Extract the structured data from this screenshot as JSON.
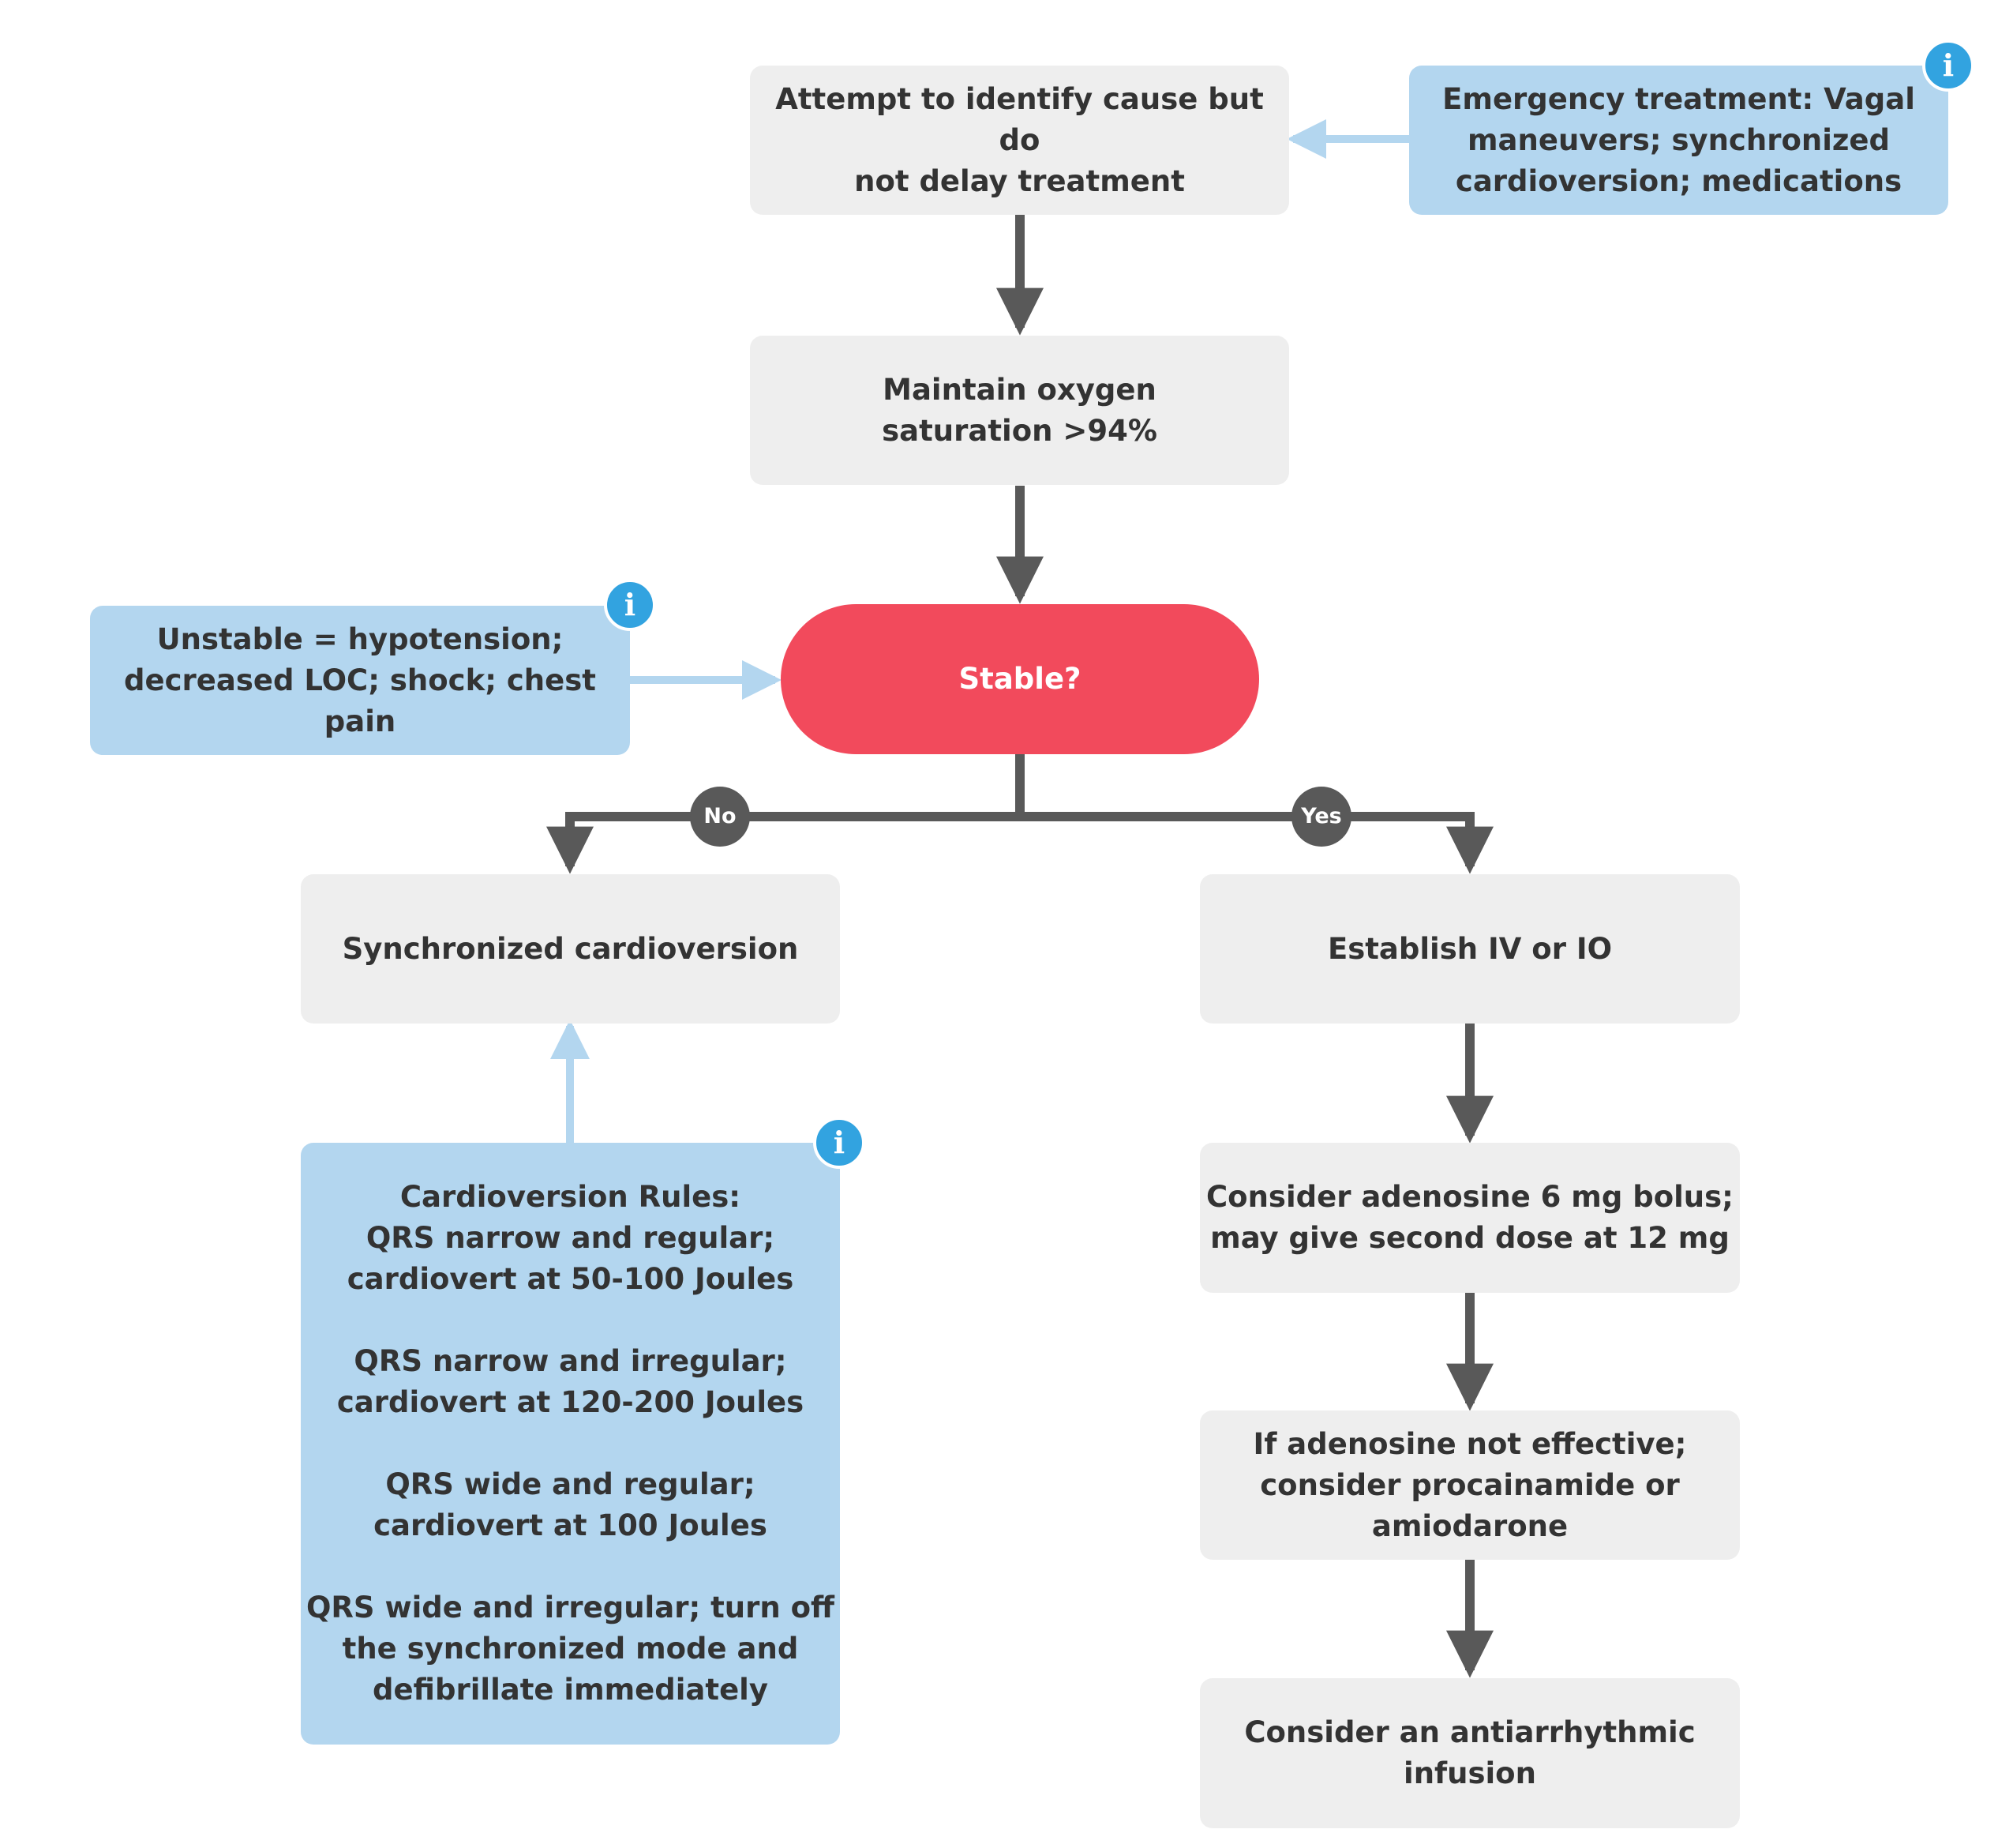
{
  "nodes": {
    "attempt": "Attempt to identify cause but do\nnot delay treatment",
    "emergency": "Emergency treatment: Vagal\nmaneuvers; synchronized\ncardioversion; medications",
    "oxygen": "Maintain oxygen\nsaturation >94%",
    "unstable": "Unstable = hypotension;\ndecreased LOC; shock; chest pain",
    "stable": "Stable?",
    "sync": "Synchronized cardioversion",
    "establish": "Establish IV or IO",
    "rules": "Cardioversion Rules:\nQRS narrow and regular;\ncardiovert at 50-100 Joules\n\nQRS narrow and irregular;\ncardiovert at 120-200 Joules\n\nQRS wide and regular;\ncardiovert at 100 Joules\n\nQRS wide and irregular; turn off\nthe synchronized mode and\ndefibrillate immediately",
    "adenosine": "Consider adenosine 6 mg bolus;\nmay give second dose at 12 mg",
    "procainamide": "If adenosine not effective;\nconsider procainamide or\namiodarone",
    "infusion": "Consider an antiarrhythmic\ninfusion"
  },
  "branch_labels": {
    "no": "No",
    "yes": "Yes"
  },
  "info_glyph": "i",
  "icons": {
    "info": "info-icon"
  },
  "colors": {
    "process_box": "#eeeeee",
    "info_box": "#b3d6ef",
    "decision": "#f24a5c",
    "flow_arrow": "#595959",
    "info_arrow": "#b3d6ef",
    "info_badge": "#32a3e0",
    "text": "#333333"
  }
}
